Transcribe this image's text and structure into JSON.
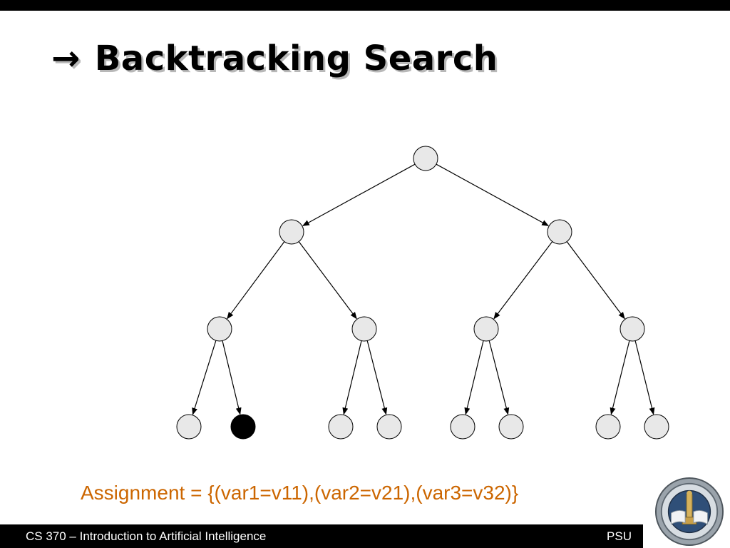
{
  "slide": {
    "title_arrow": "→",
    "title": "Backtracking Search",
    "assignment": "Assignment = {(var1=v11),(var2=v21),(var3=v32)}",
    "footer_left": "CS 370 – Introduction to Artificial Intelligence",
    "footer_right": "PSU",
    "seal_icon": "university-seal-icon"
  },
  "colors": {
    "node_fill": "#e8e8e8",
    "node_selected": "#000000",
    "edge": "#000000",
    "assignment_text": "#cc6600",
    "bars": "#000000"
  },
  "tree": {
    "depth": 3,
    "branching": 2,
    "selected_path": [
      0,
      0,
      1
    ]
  }
}
